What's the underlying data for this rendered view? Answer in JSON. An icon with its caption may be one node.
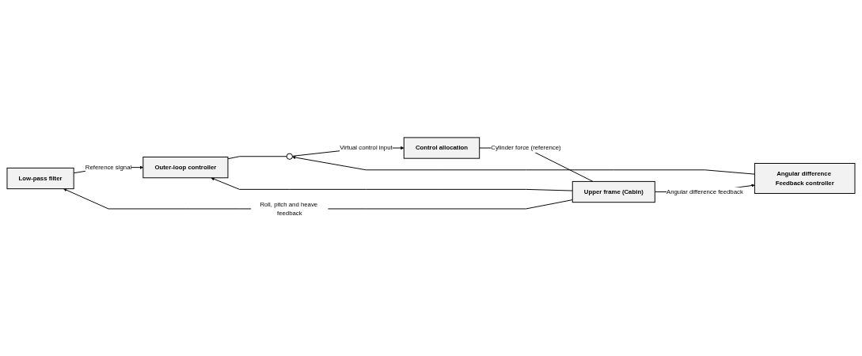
{
  "diagram": {
    "nodes": [
      {
        "text": [
          "Low-pass filter"
        ]
      },
      {
        "text": [
          "Outer-loop controller"
        ]
      },
      {
        "text": [],
        "shape": "circle"
      },
      {
        "text": [
          "Control allocation"
        ]
      },
      {
        "text": [
          "Upper frame (Cabin)"
        ]
      },
      {
        "text": [
          "Angular difference Feedback controller"
        ]
      }
    ],
    "edges": [
      {
        "from": 0,
        "to": 1,
        "arrow": "to",
        "label": "Reference signal"
      },
      {
        "from": 1,
        "to": 2,
        "arrow": "none"
      },
      {
        "from": 2,
        "to": 3,
        "arrow": "to",
        "label": "Virtual control input"
      },
      {
        "from": 3,
        "to": 4,
        "arrow": "none",
        "label": "Cylinder force (reference)"
      },
      {
        "from": 4,
        "to": 5,
        "arrow": "to",
        "label": "Angular difference feedback"
      },
      {
        "from": 5,
        "to": 2,
        "arrow": "to"
      },
      {
        "from": 4,
        "to": 0,
        "arrow": "to",
        "label": "Roll, pitch and heave feedback"
      },
      {
        "from": 4,
        "to": 1,
        "arrow": "to"
      }
    ]
  }
}
